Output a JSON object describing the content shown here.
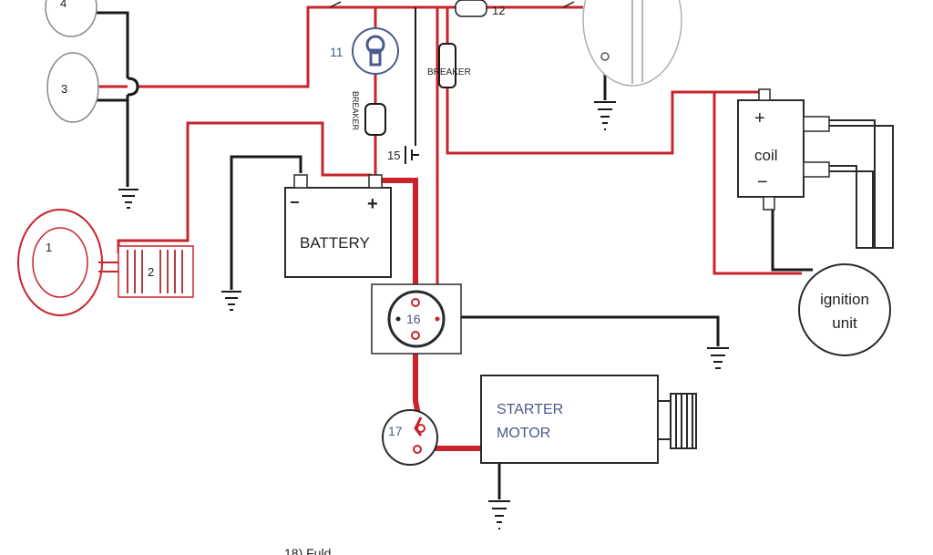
{
  "colors": {
    "wire_positive": "#c8242c",
    "wire_negative": "#1a1a1a",
    "component_outline": "#2a2a2a",
    "number_label": "#4a5a8a"
  },
  "components": {
    "item_4": "4",
    "item_3": "3",
    "item_1": "1",
    "item_2": "2",
    "ignition_switch_number": "11",
    "breaker_vertical": "BREAKER",
    "breaker_small": "BREAKER",
    "item_12": "12",
    "item_15": "15",
    "battery": {
      "label": "BATTERY",
      "minus": "−",
      "plus": "+"
    },
    "coil": {
      "label": "coil",
      "plus": "+",
      "minus": "−"
    },
    "ignition_unit": {
      "line1": "ignition",
      "line2": "unit"
    },
    "solenoid_number": "16",
    "starter_relay_number": "17",
    "starter_motor": {
      "line1": "STARTER",
      "line2": "MOTOR"
    }
  },
  "cut_off_caption": {
    "left": "…  … …",
    "right": "18) Fuld…"
  }
}
